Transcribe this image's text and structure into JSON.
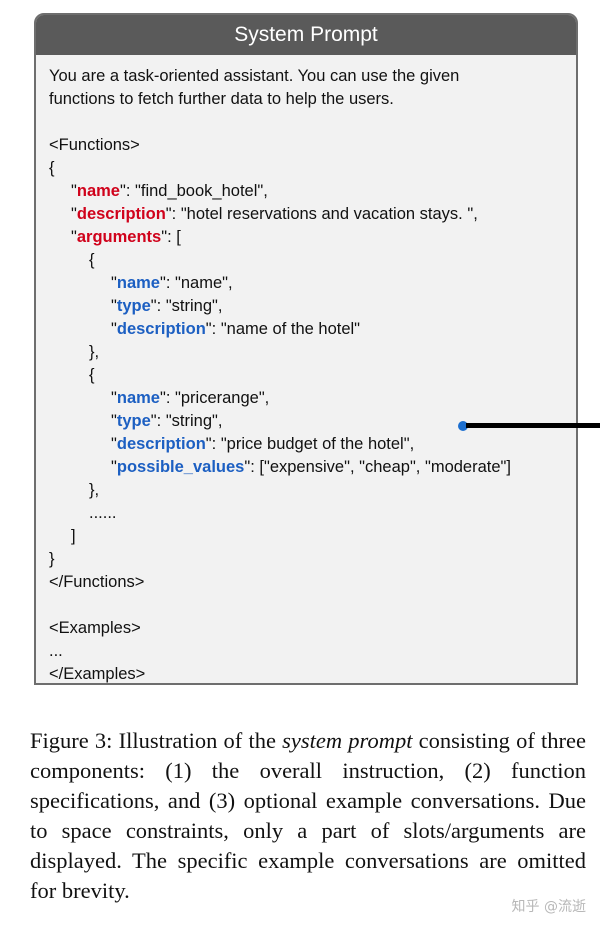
{
  "card": {
    "title": "System Prompt",
    "instruction": [
      "You are a task-oriented assistant. You can use the given",
      "functions to fetch further data to help the users."
    ],
    "functions_open": "<Functions>",
    "brace_open": "{",
    "name_key": "name",
    "name_value": ": \"find_book_hotel\",",
    "description_key": "description",
    "description_value": ": \"hotel reservations and vacation stays. \",",
    "arguments_key": "arguments",
    "arguments_value": ": [",
    "arg_open": "{",
    "arg1": {
      "name_value": ": \"name\",",
      "type_value": ": \"string\",",
      "description_value": ": \"name of the hotel\""
    },
    "arg_close": "},",
    "arg2": {
      "name_value": ": \"pricerange\",",
      "type_value": ": \"string\",",
      "description_value": ": \"price budget of the hotel\",",
      "possible_values_key": "possible_values",
      "possible_values_value": ": [\"expensive\", \"cheap\", \"moderate\"]"
    },
    "ellipsis": "......",
    "bracket_close": "]",
    "brace_close": "}",
    "functions_close": "</Functions>",
    "examples_open": "<Examples>",
    "examples_ellipsis": "...",
    "examples_close": "</Examples>",
    "keys": {
      "name": "name",
      "type": "type",
      "description": "description"
    },
    "quote": "\""
  },
  "caption": {
    "part1": "Figure 3: Illustration of the ",
    "italic": "system prompt",
    "part2": " consisting of three components: (1) the overall instruction, (2) function specifications, and (3) optional example conversations. Due to space constraints, only a part of slots/arguments are displayed. The specific example conversations are omitted for brevity."
  },
  "watermark": "知乎 @流逝",
  "colors": {
    "key_red": "#d0021b",
    "key_blue": "#1c5fc2",
    "header_bg": "#5a5a5a",
    "card_bg": "#f2f2f2",
    "connector_dot": "#1c6fd0"
  }
}
